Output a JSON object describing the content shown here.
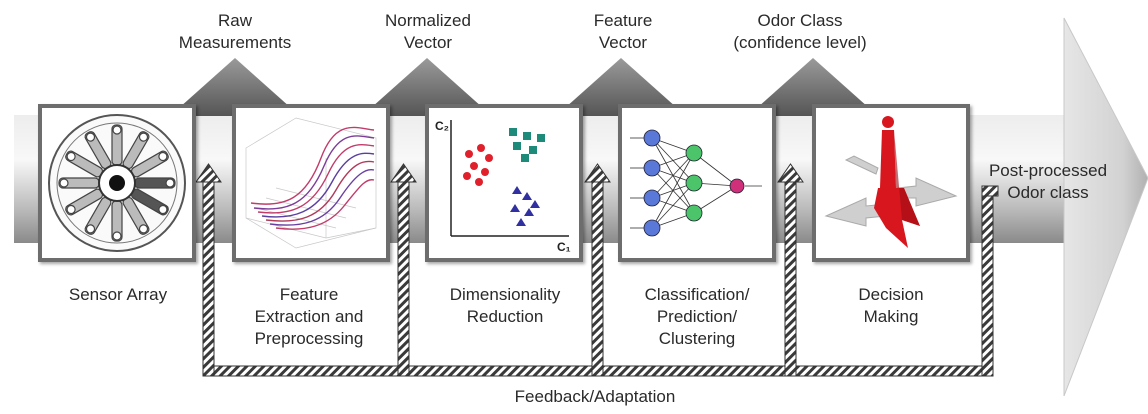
{
  "outputs": [
    {
      "label": "Raw\nMeasurements"
    },
    {
      "label": "Normalized\nVector"
    },
    {
      "label": "Feature\nVector"
    },
    {
      "label": "Odor Class\n(confidence level)"
    }
  ],
  "stages": [
    {
      "label": "Sensor Array"
    },
    {
      "label": "Feature\nExtraction and\nPreprocessing"
    },
    {
      "label": "Dimensionality\nReduction"
    },
    {
      "label": "Classification/\nPrediction/\nClustering"
    },
    {
      "label": "Decision\nMaking"
    }
  ],
  "result_label": "Post-processed\nOdor class",
  "feedback_label": "Feedback/Adaptation",
  "scatter_axes": {
    "x": "C₁",
    "y": "C₂"
  },
  "colors": {
    "arrow_light": "#f4f4f4",
    "arrow_dark": "#8a8a8a",
    "frame": "#6d6d6d",
    "cluster_red": "#e0202a",
    "cluster_teal": "#1e8a7a",
    "cluster_blue": "#3030a0",
    "decision_red": "#d8161e"
  }
}
